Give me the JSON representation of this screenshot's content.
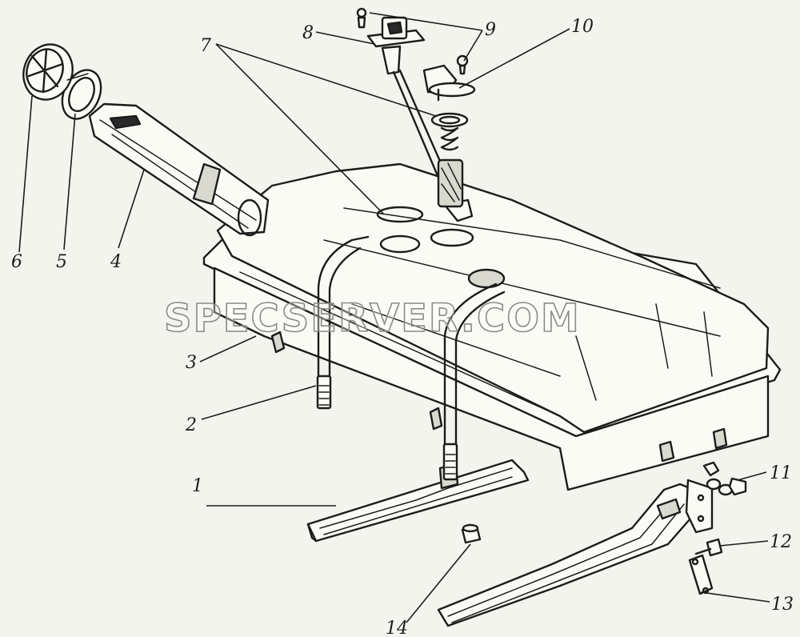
{
  "watermark": "SPECSERVER.COM",
  "callouts": {
    "c1": "1",
    "c2": "2",
    "c3": "3",
    "c4": "4",
    "c5": "5",
    "c6": "6",
    "c7": "7",
    "c8": "8",
    "c9": "9",
    "c10": "10",
    "c11": "11",
    "c12": "12",
    "c13": "13",
    "c14": "14"
  },
  "colors": {
    "ink": "#1c1c1c",
    "paper": "#f4f4ee"
  }
}
